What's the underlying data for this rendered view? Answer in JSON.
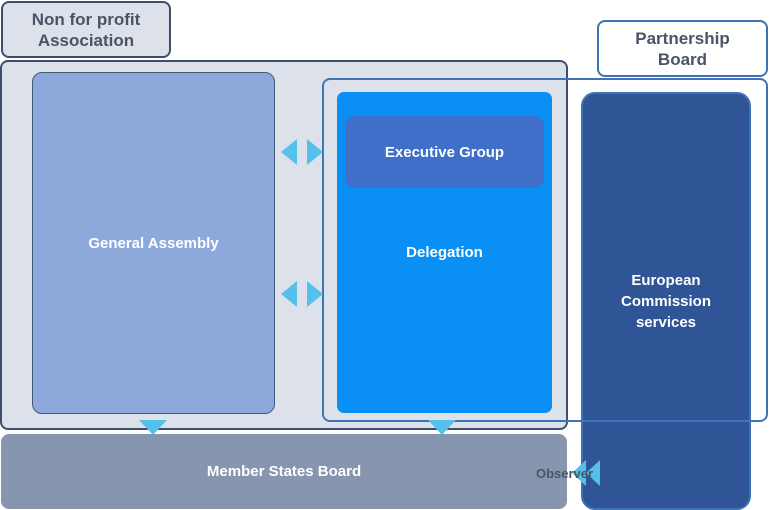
{
  "labels": {
    "association": "Non for profit\nAssociation",
    "partnership_board": "Partnership\nBoard"
  },
  "boxes": {
    "general_assembly": "General Assembly",
    "executive_group": "Executive Group",
    "delegation": "Delegation",
    "member_states_board": "Member States Board",
    "european_commission": "European\nCommission\nservices"
  },
  "observer_label": "Observer",
  "colors": {
    "arrow": "#55c0ec",
    "dark_outline": "#3d4f6b",
    "blue_outline": "#3f73b6"
  }
}
